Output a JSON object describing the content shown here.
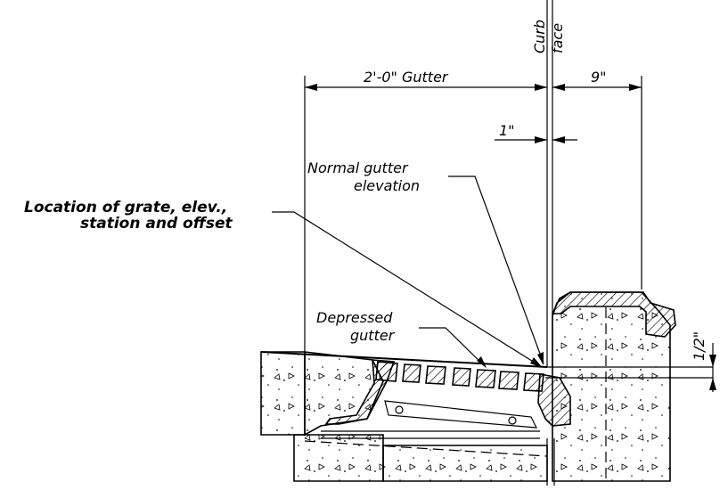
{
  "labels": {
    "curb_face_1": "Curb",
    "curb_face_2": "face",
    "gutter_width": "2'-0\" Gutter",
    "curb_width": "9\"",
    "one_inch": "1\"",
    "normal_gutter_1": "Normal gutter",
    "normal_gutter_2": "elevation",
    "location_1": "Location of grate, elev.,",
    "location_2": "station and offset",
    "depressed_1": "Depressed",
    "depressed_2": "gutter",
    "half_inch": "1/2\""
  }
}
